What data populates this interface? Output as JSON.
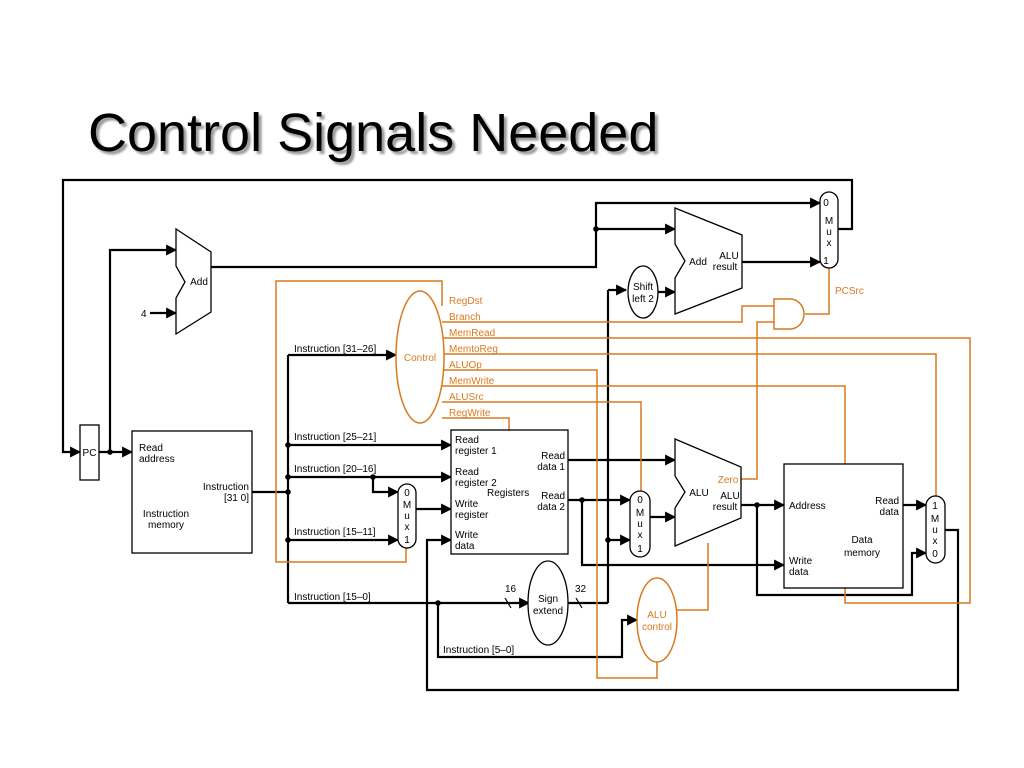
{
  "title": "Control Signals Needed",
  "colors": {
    "control": "#d87a1e",
    "datapath": "#000000"
  },
  "blocks": {
    "pc": "PC",
    "add_pc": "Add",
    "const_four": "4",
    "imem_read": "Read",
    "imem_address": "address",
    "imem_instruction": "Instruction",
    "imem_bits": "[31   0]",
    "imem_name_1": "Instruction",
    "imem_name_2": "memory",
    "control": "Control",
    "reg_read1_a": "Read",
    "reg_read1_b": "register 1",
    "reg_read2_a": "Read",
    "reg_read2_b": "register 2",
    "reg_write_a": "Write",
    "reg_write_b": "register",
    "reg_wdata_a": "Write",
    "reg_wdata_b": "data",
    "reg_rd1_a": "Read",
    "reg_rd1_b": "data 1",
    "reg_rd2_a": "Read",
    "reg_rd2_b": "data 2",
    "registers": "Registers",
    "shift_a": "Shift",
    "shift_b": "left 2",
    "add_branch": "Add",
    "alu_result_a": "ALU",
    "alu_result_b": "result",
    "alu": "ALU",
    "zero": "Zero",
    "main_alu_result_a": "ALU",
    "main_alu_result_b": "result",
    "sign_a": "Sign",
    "sign_b": "extend",
    "alu_control_a": "ALU",
    "alu_control_b": "control",
    "dmem_address": "Address",
    "dmem_read_a": "Read",
    "dmem_read_b": "data",
    "dmem_write_a": "Write",
    "dmem_write_b": "data",
    "dmem_name_a": "Data",
    "dmem_name_b": "memory",
    "pcsrc": "PCSrc",
    "width_16": "16",
    "width_32": "32"
  },
  "mux_labels": {
    "mux_m": "M",
    "mux_u": "u",
    "mux_x": "x",
    "zero": "0",
    "one": "1"
  },
  "control_signals": [
    "RegDst",
    "Branch",
    "MemRead",
    "MemtoReg",
    "ALUOp",
    "MemWrite",
    "ALUSrc",
    "RegWrite"
  ],
  "instruction_fields": {
    "f31_26": "Instruction [31–26]",
    "f25_21": "Instruction [25–21]",
    "f20_16": "Instruction [20–16]",
    "f15_11": "Instruction [15–11]",
    "f15_0": "Instruction [15–0]",
    "f5_0": "Instruction [5–0]"
  }
}
